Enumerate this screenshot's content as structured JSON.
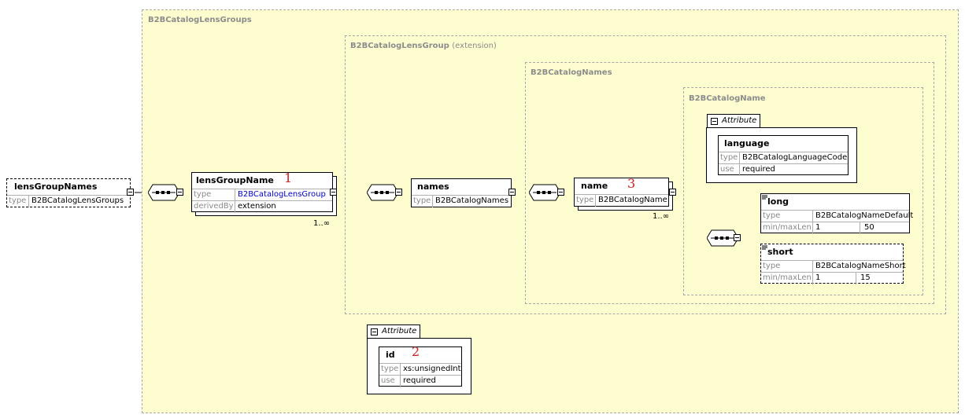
{
  "root": {
    "name": "lensGroupNames",
    "type_key": "type",
    "type_value": "B2BCatalogLensGroups"
  },
  "groups": {
    "outer": {
      "title": "B2BCatalogLensGroups"
    },
    "extension": {
      "title": "B2BCatalogLensGroup",
      "subtitle": "(extension)"
    },
    "names_group": {
      "title": "B2BCatalogNames"
    },
    "name_group": {
      "title": "B2BCatalogName"
    }
  },
  "lensGroupName": {
    "name": "lensGroupName",
    "marker": "1",
    "rows": [
      {
        "key": "type",
        "value": "B2BCatalogLensGroup"
      },
      {
        "key": "derivedBy",
        "value": "extension"
      }
    ],
    "cardinality": "1..∞"
  },
  "names": {
    "name": "names",
    "type_key": "type",
    "type_value": "B2BCatalogNames"
  },
  "name": {
    "name": "name",
    "marker": "3",
    "type_key": "type",
    "type_value": "B2BCatalogName",
    "cardinality": "1..∞"
  },
  "language_attr": {
    "tab": "Attribute",
    "name": "language",
    "rows": [
      {
        "key": "type",
        "value": "B2BCatalogLanguageCode"
      },
      {
        "key": "use",
        "value": "required"
      }
    ]
  },
  "long": {
    "name": "long",
    "type_key": "type",
    "type_value": "B2BCatalogNameDefault",
    "len_key": "min/maxLen",
    "min": "1",
    "max": "50"
  },
  "short": {
    "name": "short",
    "type_key": "type",
    "type_value": "B2BCatalogNameShort",
    "len_key": "min/maxLen",
    "min": "1",
    "max": "15"
  },
  "id_attr": {
    "tab": "Attribute",
    "name": "id",
    "marker": "2",
    "rows": [
      {
        "key": "type",
        "value": "xs:unsignedInt"
      },
      {
        "key": "use",
        "value": "required"
      }
    ]
  },
  "colors": {
    "group_fill": "#fefdd0",
    "link": "#0000cc",
    "marker": "#d42020"
  }
}
